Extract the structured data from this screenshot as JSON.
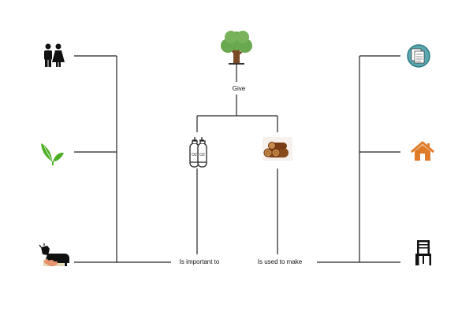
{
  "diagram": {
    "center": {
      "label": "Give",
      "icon": "tree-icon"
    },
    "left_branch": {
      "icon": "oxygen-cylinders-icon",
      "relation_label": "Is important to",
      "targets": [
        {
          "icon": "people-icon"
        },
        {
          "icon": "plant-leaf-icon"
        },
        {
          "icon": "animals-icon"
        }
      ]
    },
    "right_branch": {
      "icon": "wood-logs-icon",
      "relation_label": "Is used to make",
      "targets": [
        {
          "icon": "paper-icon"
        },
        {
          "icon": "house-icon"
        },
        {
          "icon": "chair-icon"
        }
      ]
    },
    "colors": {
      "line": "#222222",
      "tree_leaves": "#6aa84f",
      "leaf_green": "#4caf24",
      "paper_circle": "#5ba7b0",
      "house_orange": "#e07b2a",
      "wood_brown": "#8b4a1c",
      "animal_pink": "#e7936d"
    }
  }
}
